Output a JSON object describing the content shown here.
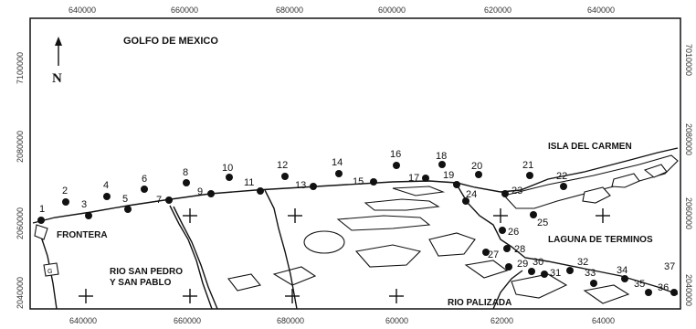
{
  "labels": {
    "gulf": "GOLFO DE MEXICO",
    "north": "N",
    "isla": "ISLA DEL CARMEN",
    "laguna": "LAGUNA DE TERMINOS",
    "frontera": "FRONTERA",
    "rio_san_pedro_1": "RIO SAN PEDRO",
    "rio_san_pedro_2": "Y SAN PABLO",
    "rio_palizada": "RIO PALIZADA",
    "small_g": "G"
  },
  "axis": {
    "x_ticks_top": [
      "640000",
      "660000",
      "680000",
      "600000",
      "620000",
      "640000"
    ],
    "x_ticks_bottom": [
      "640000",
      "660000",
      "680000",
      "60000",
      "62000",
      "64000"
    ],
    "y_ticks_left": [
      "7100000",
      "2080000",
      "2060000",
      "2040000"
    ],
    "y_ticks_right": [
      "7010000",
      "2080000",
      "2060000",
      "2040000"
    ]
  },
  "stations": [
    "1",
    "2",
    "3",
    "4",
    "5",
    "6",
    "7",
    "8",
    "9",
    "10",
    "11",
    "12",
    "13",
    "14",
    "15",
    "16",
    "17",
    "18",
    "19",
    "20",
    "21",
    "22",
    "23",
    "24",
    "25",
    "26",
    "27",
    "28",
    "29",
    "30",
    "31",
    "32",
    "33",
    "34",
    "35",
    "36",
    "37"
  ]
}
